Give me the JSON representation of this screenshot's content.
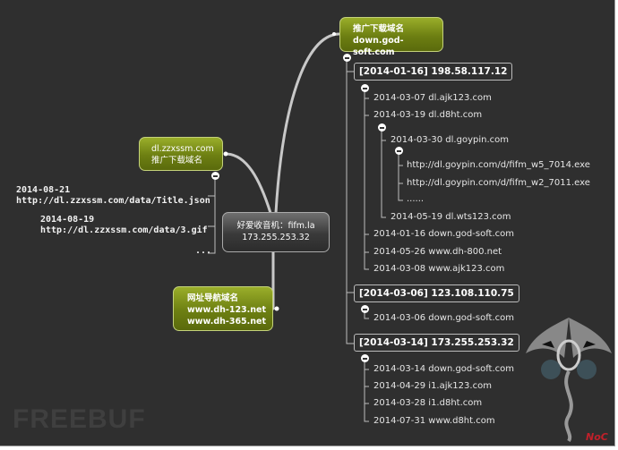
{
  "center_node": {
    "title": "好爱收音机：fifm.la",
    "ip": "173.255.253.32"
  },
  "top_node": {
    "line1": "推广下载域名",
    "line2": "down.god-soft.com"
  },
  "left_node": {
    "line1": "dl.zzxssm.com",
    "line2": "推广下载域名"
  },
  "left_items": [
    {
      "date": "2014-08-21",
      "url": "http://dl.zzxssm.com/data/Title.json"
    },
    {
      "date": "2014-08-19",
      "url": "http://dl.zzxssm.com/data/3.gif"
    }
  ],
  "left_more": "...",
  "bottom_node": {
    "line1": "网址导航域名",
    "line2": "www.dh-123.net",
    "line3": "www.dh-365.net"
  },
  "ip_groups": [
    {
      "label": "[2014-01-16] 198.58.117.12",
      "items": [
        "2014-03-07 dl.ajk123.com",
        "2014-03-19 dl.d8ht.com"
      ],
      "sub": {
        "label": "2014-03-30 dl.goypin.com",
        "items": [
          "http://dl.goypin.com/d/fifm_w5_7014.exe",
          "http://dl.goypin.com/d/fifm_w2_7011.exe",
          "......"
        ],
        "after": "2014-05-19 dl.wts123.com"
      },
      "tail": [
        "2014-01-16 down.god-soft.com",
        "2014-05-26 www.dh-800.net",
        "2014-03-08 www.ajk123.com"
      ]
    },
    {
      "label": "[2014-03-06] 123.108.110.75",
      "items": [
        "2014-03-06 down.god-soft.com"
      ]
    },
    {
      "label": "[2014-03-14] 173.255.253.32",
      "items": [
        "2014-03-14 down.god-soft.com",
        "2014-04-29 i1.ajk123.com",
        "2014-03-28 i1.d8ht.com",
        "2014-07-31 www.d8ht.com"
      ]
    }
  ],
  "watermark": "FREEBUF",
  "signature": "NoC"
}
